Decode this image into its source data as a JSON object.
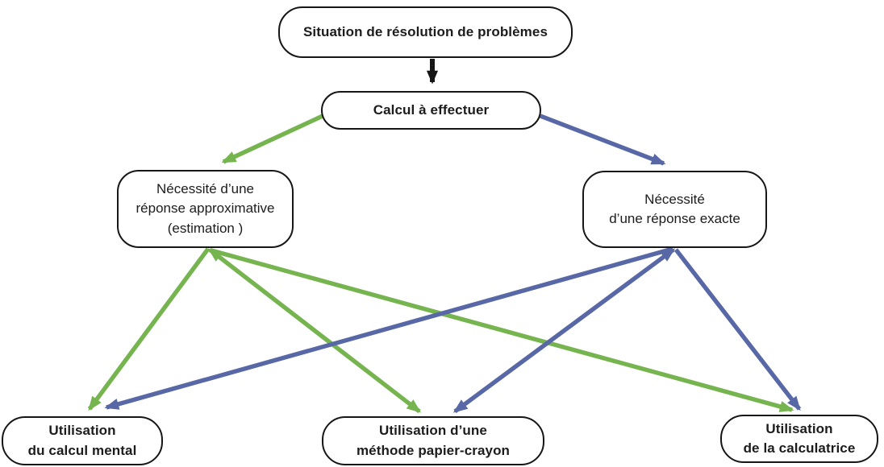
{
  "diagram": {
    "type": "flowchart",
    "language": "fr",
    "colors": {
      "green": "#76b450",
      "blue": "#5868a6",
      "black": "#161616"
    },
    "boxes": {
      "situation": {
        "lines": [
          "Situation de résolution de problèmes"
        ]
      },
      "calcul": {
        "lines": [
          "Calcul à effectuer"
        ]
      },
      "estimation": {
        "lines": [
          "Nécessité d’une",
          "réponse approximative",
          "(estimation )"
        ]
      },
      "exacte": {
        "lines": [
          "Nécessité",
          "d’une réponse exacte"
        ]
      },
      "mental": {
        "lines": [
          "Utilisation",
          "du calcul mental"
        ]
      },
      "papier": {
        "lines": [
          "Utilisation d’une",
          "méthode papier-crayon"
        ]
      },
      "calculatrice": {
        "lines": [
          "Utilisation",
          "de la calculatrice"
        ]
      }
    },
    "edges": [
      {
        "from": "situation",
        "to": "calcul",
        "color": "black"
      },
      {
        "from": "calcul",
        "to": "estimation",
        "color": "green"
      },
      {
        "from": "calcul",
        "to": "exacte",
        "color": "blue"
      },
      {
        "from": "estimation",
        "to": "mental",
        "color": "green"
      },
      {
        "from": "estimation",
        "to": "papier",
        "color": "green",
        "double_headed": true
      },
      {
        "from": "estimation",
        "to": "calculatrice",
        "color": "green"
      },
      {
        "from": "exacte",
        "to": "mental",
        "color": "blue"
      },
      {
        "from": "exacte",
        "to": "papier",
        "color": "blue",
        "double_headed": true
      },
      {
        "from": "exacte",
        "to": "calculatrice",
        "color": "blue"
      }
    ]
  }
}
